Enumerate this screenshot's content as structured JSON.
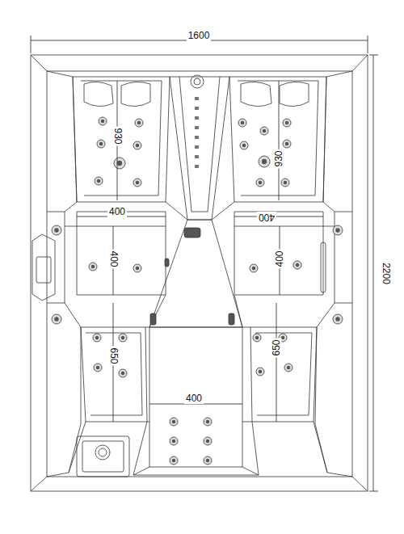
{
  "diagram": {
    "labels": [
      "1600",
      "2200",
      "930",
      "930",
      "400",
      "400",
      "400",
      "400",
      "650",
      "650",
      "400"
    ]
  }
}
